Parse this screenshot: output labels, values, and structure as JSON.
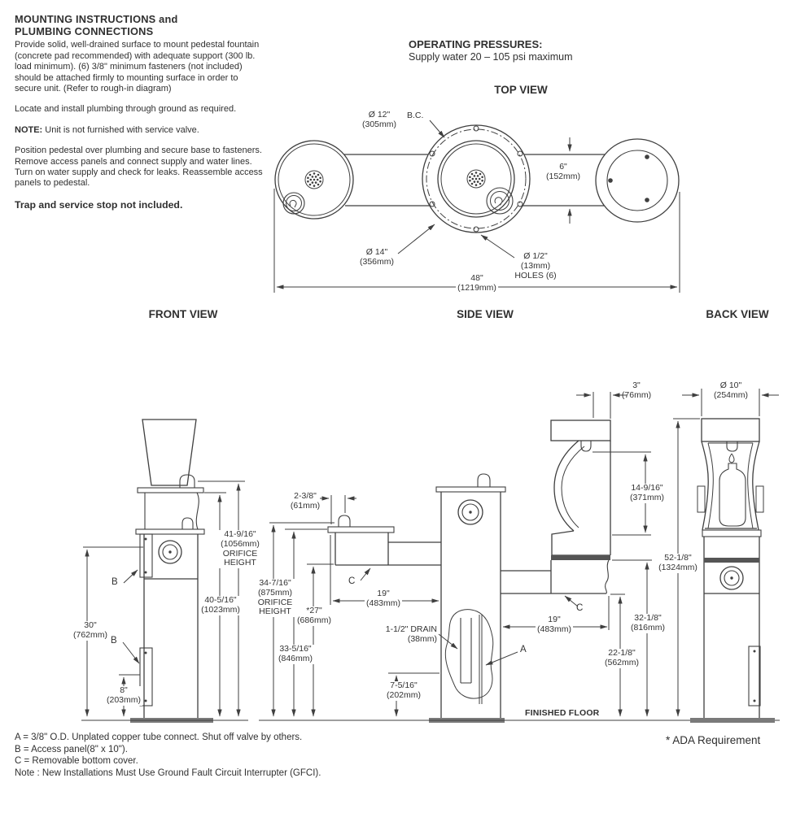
{
  "instructions": {
    "title": "MOUNTING INSTRUCTIONS and\nPLUMBING CONNECTIONS",
    "para1": "Provide solid, well-drained surface to mount pedestal fountain (concrete pad recommended) with adequate support (300 lb. load minimum). (6) 3/8\" minimum fasteners (not included) should be attached firmly to mounting surface in order to secure unit. (Refer to rough-in diagram)",
    "para2": "Locate and install plumbing through ground as required.",
    "note_label": "NOTE:",
    "note_text": " Unit is not furnished with service valve.",
    "para4": "Position pedestal over plumbing and secure base to fasteners. Remove access panels and connect supply and water lines. Turn on water supply and check for leaks. Reassemble access panels to pedestal.",
    "para5": "Trap and service stop not included."
  },
  "operating": {
    "title": "OPERATING PRESSURES:",
    "text": "Supply water 20 – 105 psi maximum"
  },
  "views": {
    "top": "TOP VIEW",
    "front": "FRONT VIEW",
    "side": "SIDE VIEW",
    "back": "BACK VIEW"
  },
  "top_view": {
    "dia12": "Ø 12\"\n(305mm)",
    "bc": "B.C.",
    "dim6": "6\"\n(152mm)",
    "dia14": "Ø 14\"\n(356mm)",
    "holes": "Ø 1/2\"\n(13mm)\nHOLES (6)",
    "dim48": "48\"\n(1219mm)"
  },
  "front_view": {
    "orifice1": "41-9/16\"\n(1056mm)\nORIFICE\nHEIGHT",
    "dim40": "40-5/16\"\n(1023mm)",
    "dim30": "30\"\n(762mm)",
    "dim8": "8\"\n(203mm)",
    "b1": "B",
    "b2": "B"
  },
  "side_view": {
    "orifice2": "34-7/16\"\n(875mm)\nORIFICE\nHEIGHT",
    "dim27": "*27\"\n(686mm)",
    "dim33": "33-5/16\"\n(846mm)",
    "dim238": "2-3/8\"\n(61mm)",
    "dim19L": "19\"\n(483mm)",
    "drain": "1-1/2\" DRAIN\n(38mm)",
    "dim7516": "7-5/16\"\n(202mm)",
    "a": "A",
    "cL": "C",
    "cR": "C",
    "dim3": "3\"\n(76mm)",
    "dim14916": "14-9/16\"\n(371mm)",
    "dim19R": "19\"\n(483mm)",
    "dim2218": "22-1/8\"\n(562mm)",
    "dim3218": "32-1/8\"\n(816mm)",
    "finished_floor": "FINISHED FLOOR"
  },
  "back_view": {
    "dia10": "Ø 10\"\n(254mm)",
    "dim5218": "52-1/8\"\n(1324mm)",
    "ada": "* ADA Requirement"
  },
  "notes": {
    "a": "A = 3/8\" O.D. Unplated copper tube connect. Shut off valve by others.",
    "b": "B = Access panel(8\" x 10\").",
    "c": "C = Removable bottom cover.",
    "gfci": "Note : New Installations Must Use Ground Fault Circuit Interrupter (GFCI)."
  },
  "colors": {
    "line": "#3f3f3f",
    "base": "#7a7a7a"
  }
}
